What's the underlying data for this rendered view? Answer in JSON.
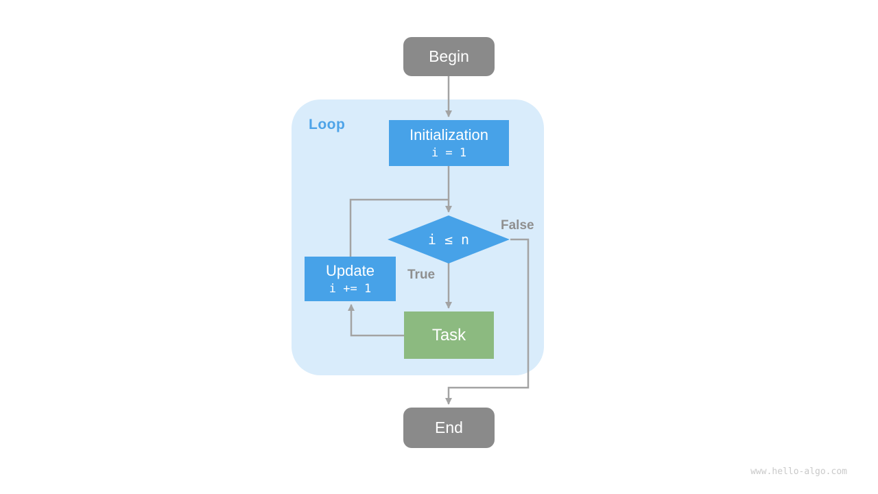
{
  "diagram": {
    "begin": "Begin",
    "loop_label": "Loop",
    "initialization": {
      "title": "Initialization",
      "code": "i = 1"
    },
    "condition": "i ≤ n",
    "false_label": "False",
    "true_label": "True",
    "update": {
      "title": "Update",
      "code": "i += 1"
    },
    "task": "Task",
    "end": "End",
    "watermark": "www.hello-algo.com"
  },
  "colors": {
    "gray_node": "#8a8a8a",
    "blue_node": "#47a2e8",
    "green_node": "#8cba80",
    "loop_background": "#d9ecfb",
    "loop_label_text": "#4da3e8",
    "connector_line": "#a3a3a3",
    "branch_label_text": "#8f8f8f",
    "watermark_text": "#c9c9c9"
  }
}
